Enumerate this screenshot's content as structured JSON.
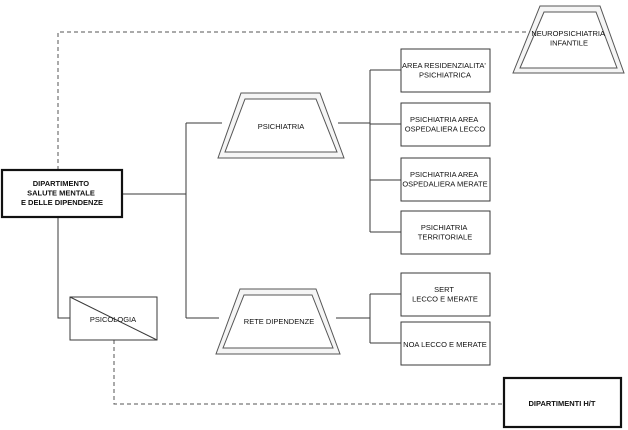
{
  "nodes": {
    "dipartimento": [
      "DIPARTIMENTO",
      "SALUTE MENTALE",
      "E DELLE DIPENDENZE"
    ],
    "neuropsichiatria": [
      "NEUROPSICHIATRIA",
      "INFANTILE"
    ],
    "psichiatria": [
      "PSICHIATRIA"
    ],
    "rete_dipendenze": [
      "RETE DIPENDENZE"
    ],
    "psicologia": [
      "PSICOLOGIA"
    ],
    "dipartimenti_ht": [
      "DIPARTIMENTI H/T"
    ],
    "area_residenzialita": [
      "AREA RESIDENZIALITA'",
      "PSICHIATRICA"
    ],
    "psichiatria_lecco": [
      "PSICHIATRIA AREA",
      "OSPEDALIERA LECCO"
    ],
    "psichiatria_merate": [
      "PSICHIATRIA AREA",
      "OSPEDALIERA MERATE"
    ],
    "psichiatria_territoriale": [
      "PSICHIATRIA",
      "TERRITORIALE"
    ],
    "sert": [
      "SERT",
      "LECCO E MERATE"
    ],
    "noa": [
      "NOA LECCO E MERATE"
    ]
  },
  "colors": {
    "line": "#3a3a3a",
    "dashed": "#555555",
    "shape_fill": "#f5f5f5"
  }
}
